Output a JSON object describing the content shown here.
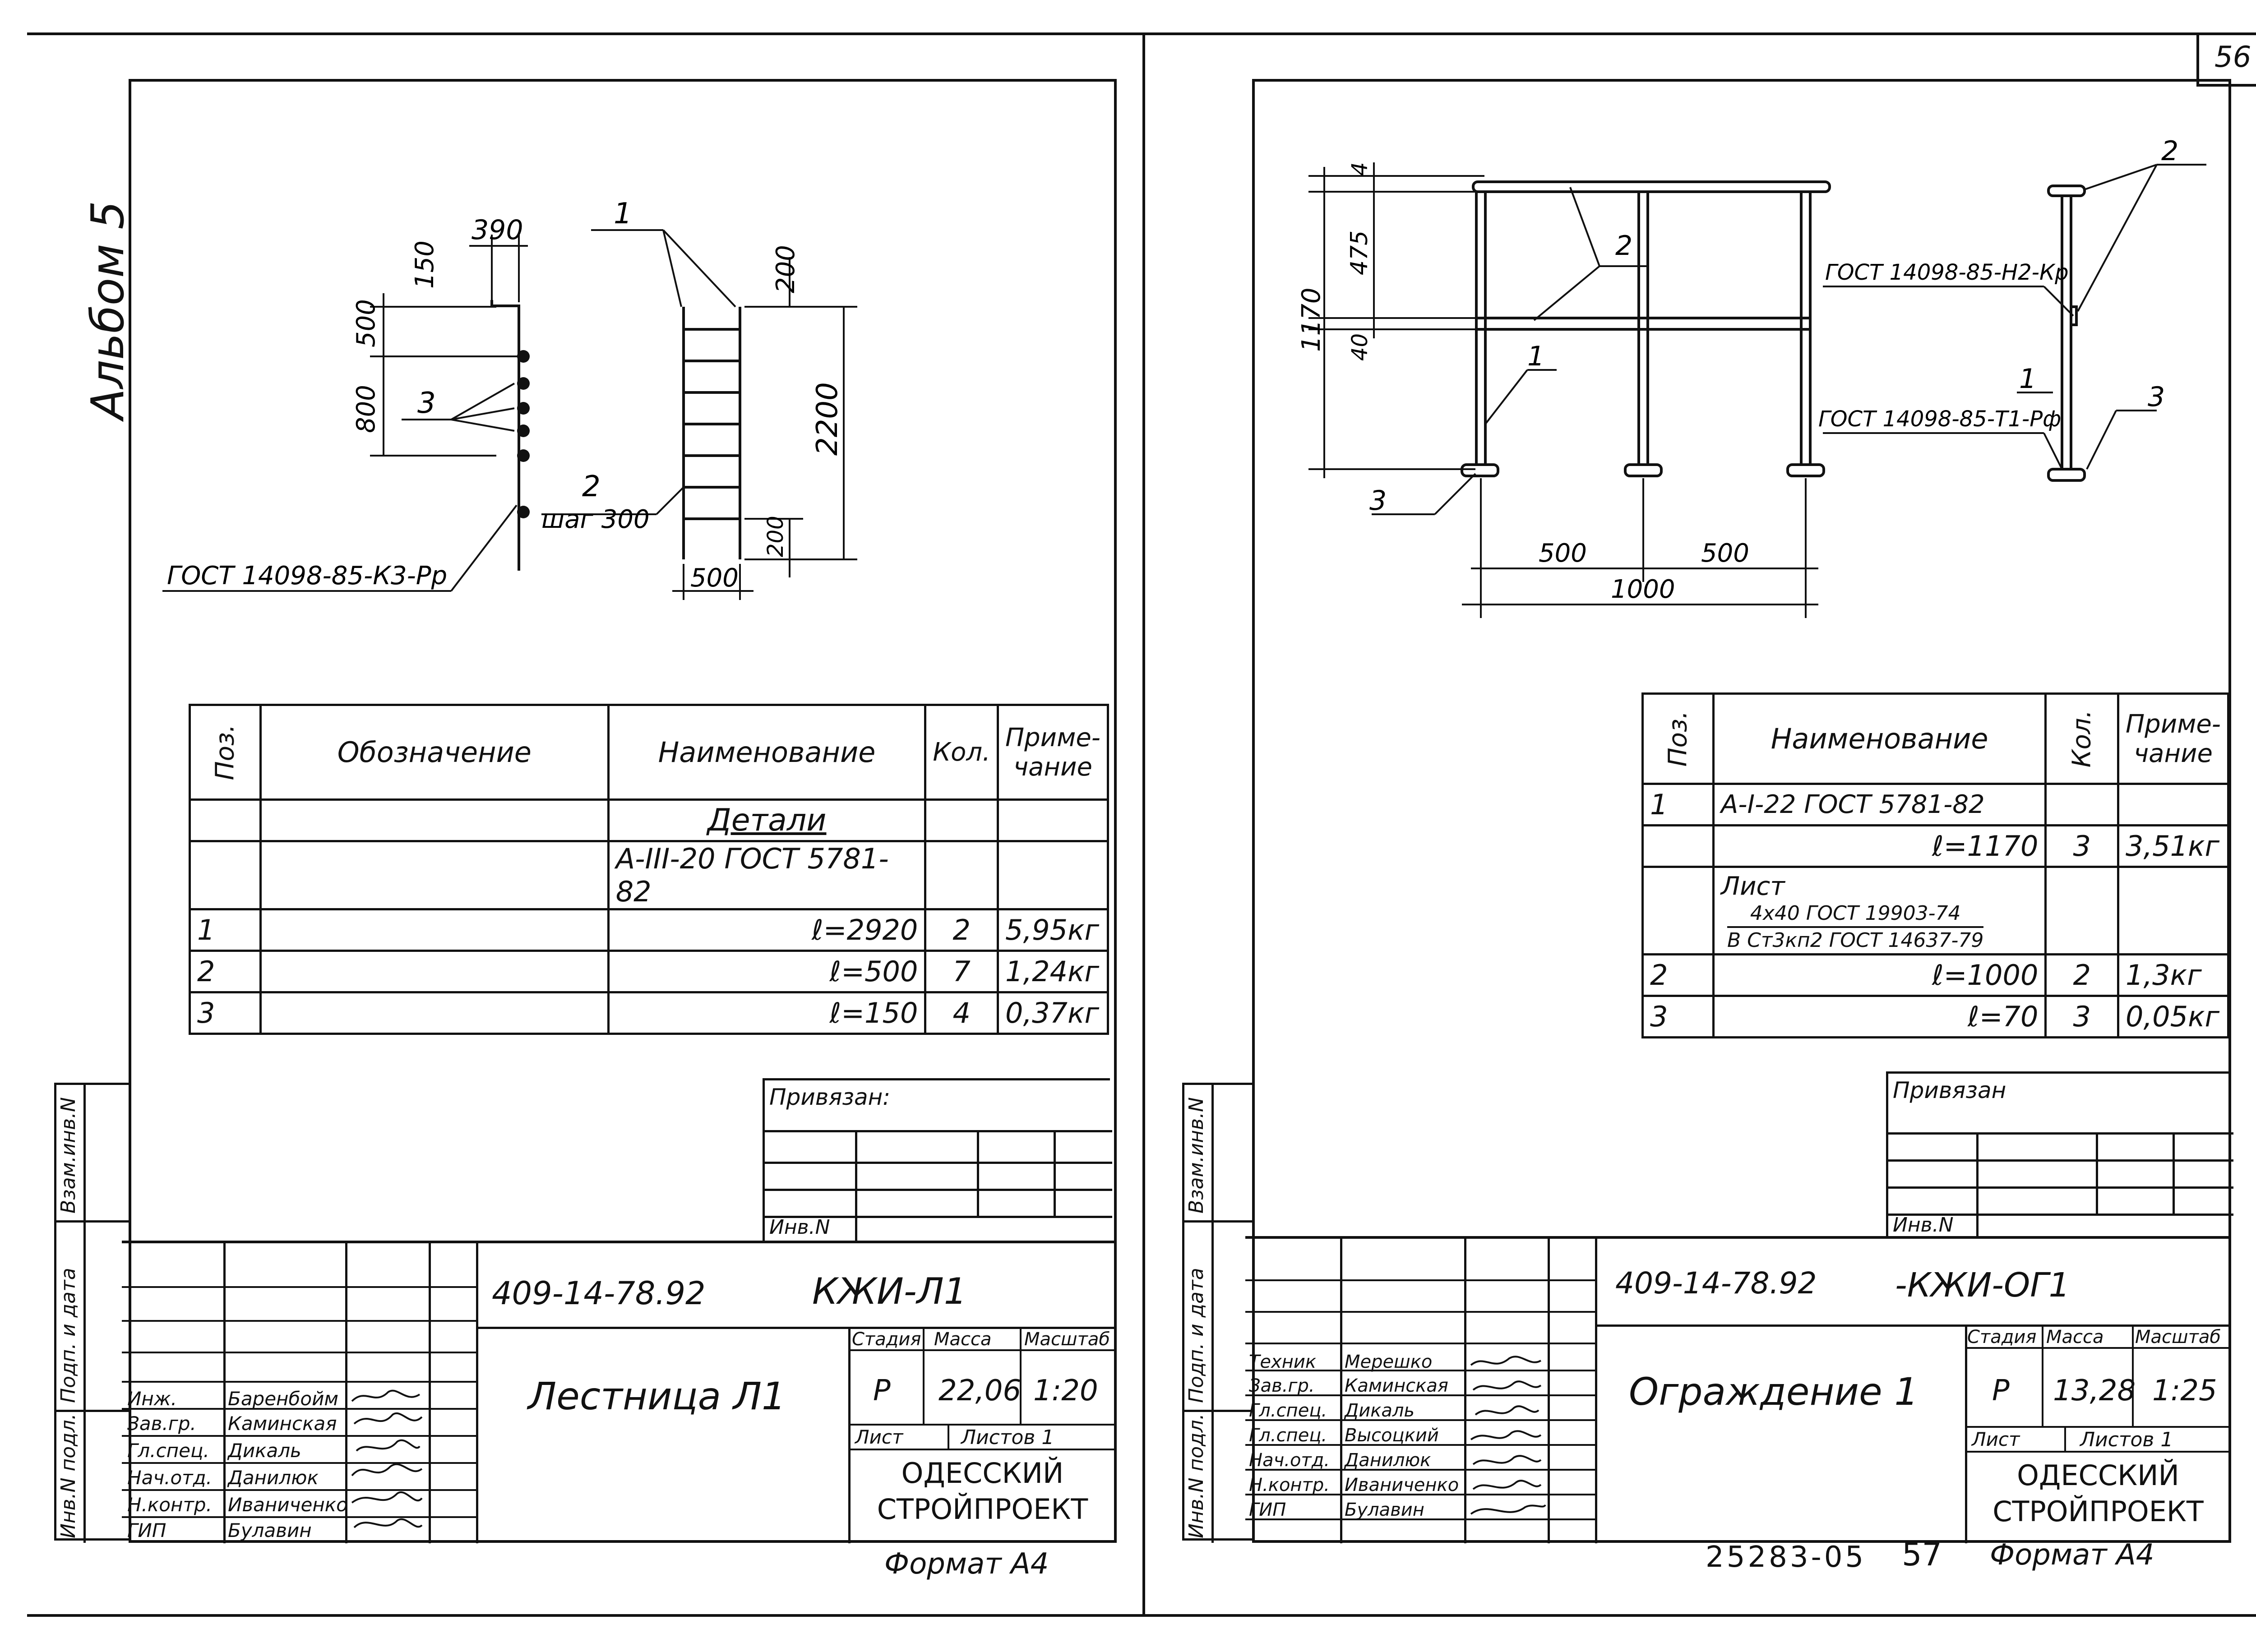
{
  "page_number": "56",
  "album_label": "Альбом 5",
  "left_sheet": {
    "drawing": {
      "dims": {
        "d390": "390",
        "d150": "150",
        "d500": "500",
        "d800": "800",
        "d200_top": "200",
        "d2200": "2200",
        "d200_bot": "200",
        "d500_bottom": "500"
      },
      "callouts": {
        "pos1": "1",
        "pos2": "2",
        "pos3": "3",
        "step": "шаг 300",
        "weld": "ГОСТ 14098-85-К3-Рр"
      }
    },
    "table": {
      "headers": {
        "pos": "Поз.",
        "designation": "Обозначение",
        "name": "Наименование",
        "qty": "Кол.",
        "note_1": "Приме-",
        "note_2": "чание"
      },
      "section": "Детали",
      "material": "А-III-20 ГОСТ 5781-82",
      "rows": [
        {
          "pos": "1",
          "name": "ℓ=2920",
          "qty": "2",
          "note": "5,95кг"
        },
        {
          "pos": "2",
          "name": "ℓ=500",
          "qty": "7",
          "note": "1,24кг"
        },
        {
          "pos": "3",
          "name": "ℓ=150",
          "qty": "4",
          "note": "0,37кг"
        }
      ]
    },
    "privyazan": "Привязан:",
    "inv_no": "Инв.N",
    "stamp": {
      "doc_code": "409-14-78.92",
      "mark": "КЖИ-Л1",
      "title": "Лестница Л1",
      "h_stage": "Стадия",
      "h_mass": "Масса",
      "h_scale": "Масштаб",
      "stage": "Р",
      "mass": "22,06",
      "scale": "1:20",
      "sheet_label": "Лист",
      "sheets_label": "Листов 1",
      "org_1": "ОДЕССКИЙ",
      "org_2": "СТРОЙПРОЕКТ",
      "people": [
        {
          "role": "Инж.",
          "name": "Баренбойм"
        },
        {
          "role": "Зав.гр.",
          "name": "Каминская"
        },
        {
          "role": "Гл.спец.",
          "name": "Дикаль"
        },
        {
          "role": "Нач.отд.",
          "name": "Данилюк"
        },
        {
          "role": "Н.контр.",
          "name": "Иваниченко"
        },
        {
          "role": "ГИП",
          "name": "Булавин"
        }
      ]
    },
    "side_labels": {
      "a": "Взам.инв.N",
      "b": "Подп. и дата",
      "c": "Инв.N подл."
    },
    "format": "Формат А4"
  },
  "right_sheet": {
    "drawing": {
      "dims": {
        "d4": "4",
        "d475": "475",
        "d40": "40",
        "d1170": "1170",
        "d500a": "500",
        "d500b": "500",
        "d1000": "1000"
      },
      "callouts": {
        "pos1": "1",
        "pos2": "2",
        "pos3": "3",
        "pos1_side": "1",
        "pos2_side": "2",
        "pos3_side": "3",
        "weld_1": "ГОСТ 14098-85-Н2-Кр",
        "weld_2": "ГОСТ 14098-85-Т1-Рф"
      }
    },
    "table": {
      "headers": {
        "pos": "Поз.",
        "name": "Наименование",
        "qty": "Кол.",
        "note_1": "Приме-",
        "note_2": "чание"
      },
      "rows": [
        {
          "pos": "1",
          "name": "А-I-22 ГОСТ 5781-82",
          "qty": "",
          "note": ""
        },
        {
          "pos": "",
          "name": "ℓ=1170",
          "qty": "3",
          "note": "3,51кг"
        },
        {
          "pos": "",
          "name_prefix": "Лист",
          "name_num": "4х40 ГОСТ 19903-74",
          "name_den": "В Ст3кп2 ГОСТ 14637-79",
          "qty": "",
          "note": ""
        },
        {
          "pos": "2",
          "name": "ℓ=1000",
          "qty": "2",
          "note": "1,3кг"
        },
        {
          "pos": "3",
          "name": "ℓ=70",
          "qty": "3",
          "note": "0,05кг"
        }
      ]
    },
    "privyazan": "Привязан",
    "inv_no": "Инв.N",
    "stamp": {
      "doc_code": "409-14-78.92",
      "mark": "-КЖИ-ОГ1",
      "title": "Ограждение 1",
      "h_stage": "Стадия",
      "h_mass": "Масса",
      "h_scale": "Масштаб",
      "stage": "Р",
      "mass": "13,28",
      "scale": "1:25",
      "sheet_label": "Лист",
      "sheets_label": "Листов 1",
      "org_1": "ОДЕССКИЙ",
      "org_2": "СТРОЙПРОЕКТ",
      "people": [
        {
          "role": "Техник",
          "name": "Мерешко"
        },
        {
          "role": "Зав.гр.",
          "name": "Каминская"
        },
        {
          "role": "Гл.спец.",
          "name": "Дикаль"
        },
        {
          "role": "Гл.спец.",
          "name": "Высоцкий"
        },
        {
          "role": "Нач.отд.",
          "name": "Данилюк"
        },
        {
          "role": "Н.контр.",
          "name": "Иваниченко"
        },
        {
          "role": "ГИП",
          "name": "Булавин"
        }
      ]
    },
    "side_labels": {
      "a": "Взам.инв.N",
      "b": "Подп. и дата",
      "c": "Инв.N подл."
    },
    "format": "Формат А4",
    "archive_no": "25283-05",
    "archive_page": "57"
  }
}
